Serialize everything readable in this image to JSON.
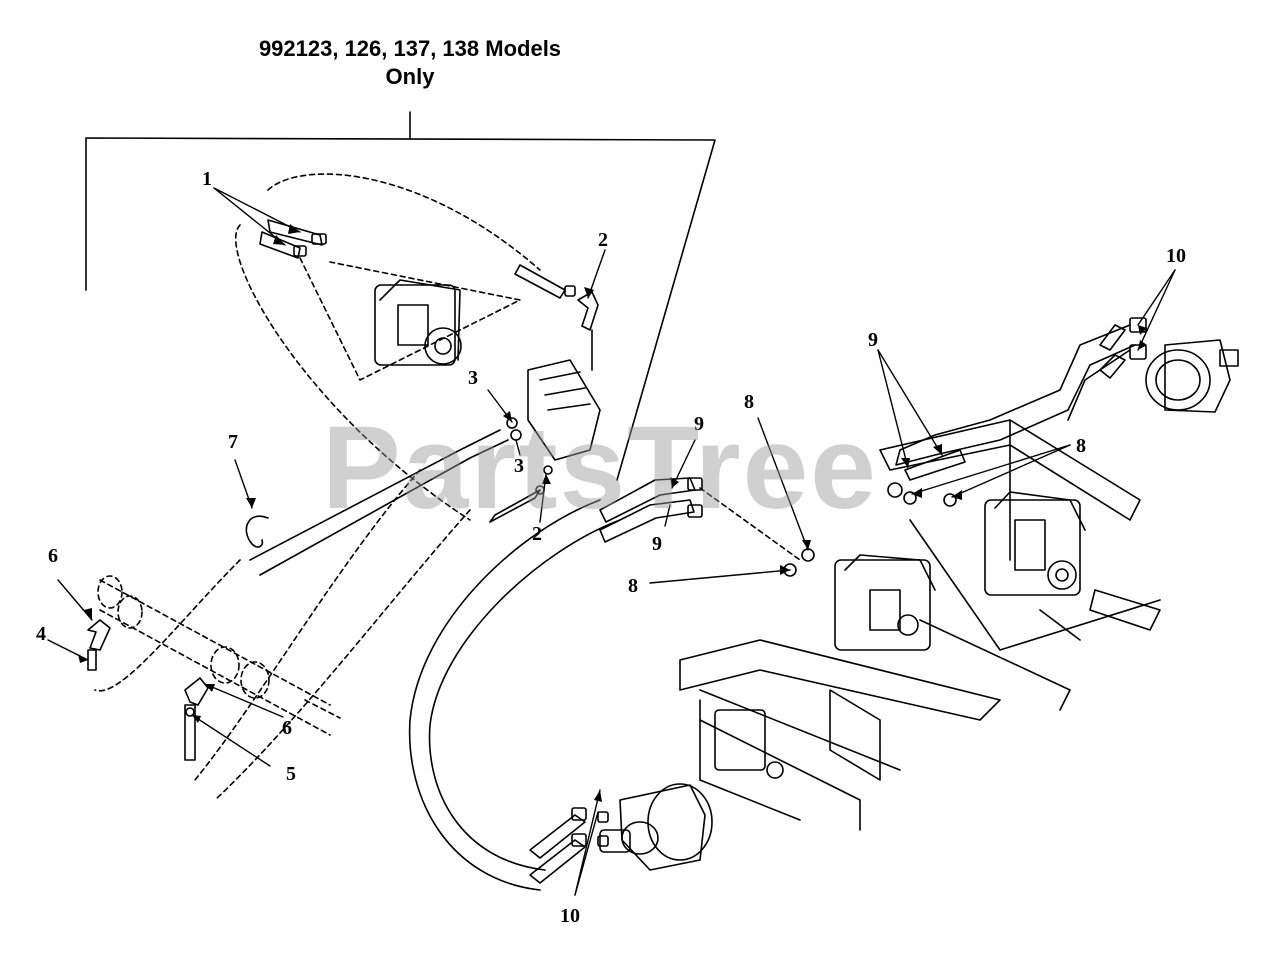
{
  "header": {
    "line1": "992123, 126, 137, 138 Models",
    "line2": "Only"
  },
  "watermark": "PartsTree",
  "callouts": {
    "c1": "1",
    "c2a": "2",
    "c2b": "2",
    "c3a": "3",
    "c3b": "3",
    "c4": "4",
    "c5": "5",
    "c6a": "6",
    "c6b": "6",
    "c7": "7",
    "c8a": "8",
    "c8b": "8",
    "c8c": "8",
    "c9a": "9",
    "c9b": "9",
    "c9c": "9",
    "c10a": "10",
    "c10b": "10"
  },
  "colors": {
    "ink": "#000000",
    "watermark": "#969696"
  }
}
